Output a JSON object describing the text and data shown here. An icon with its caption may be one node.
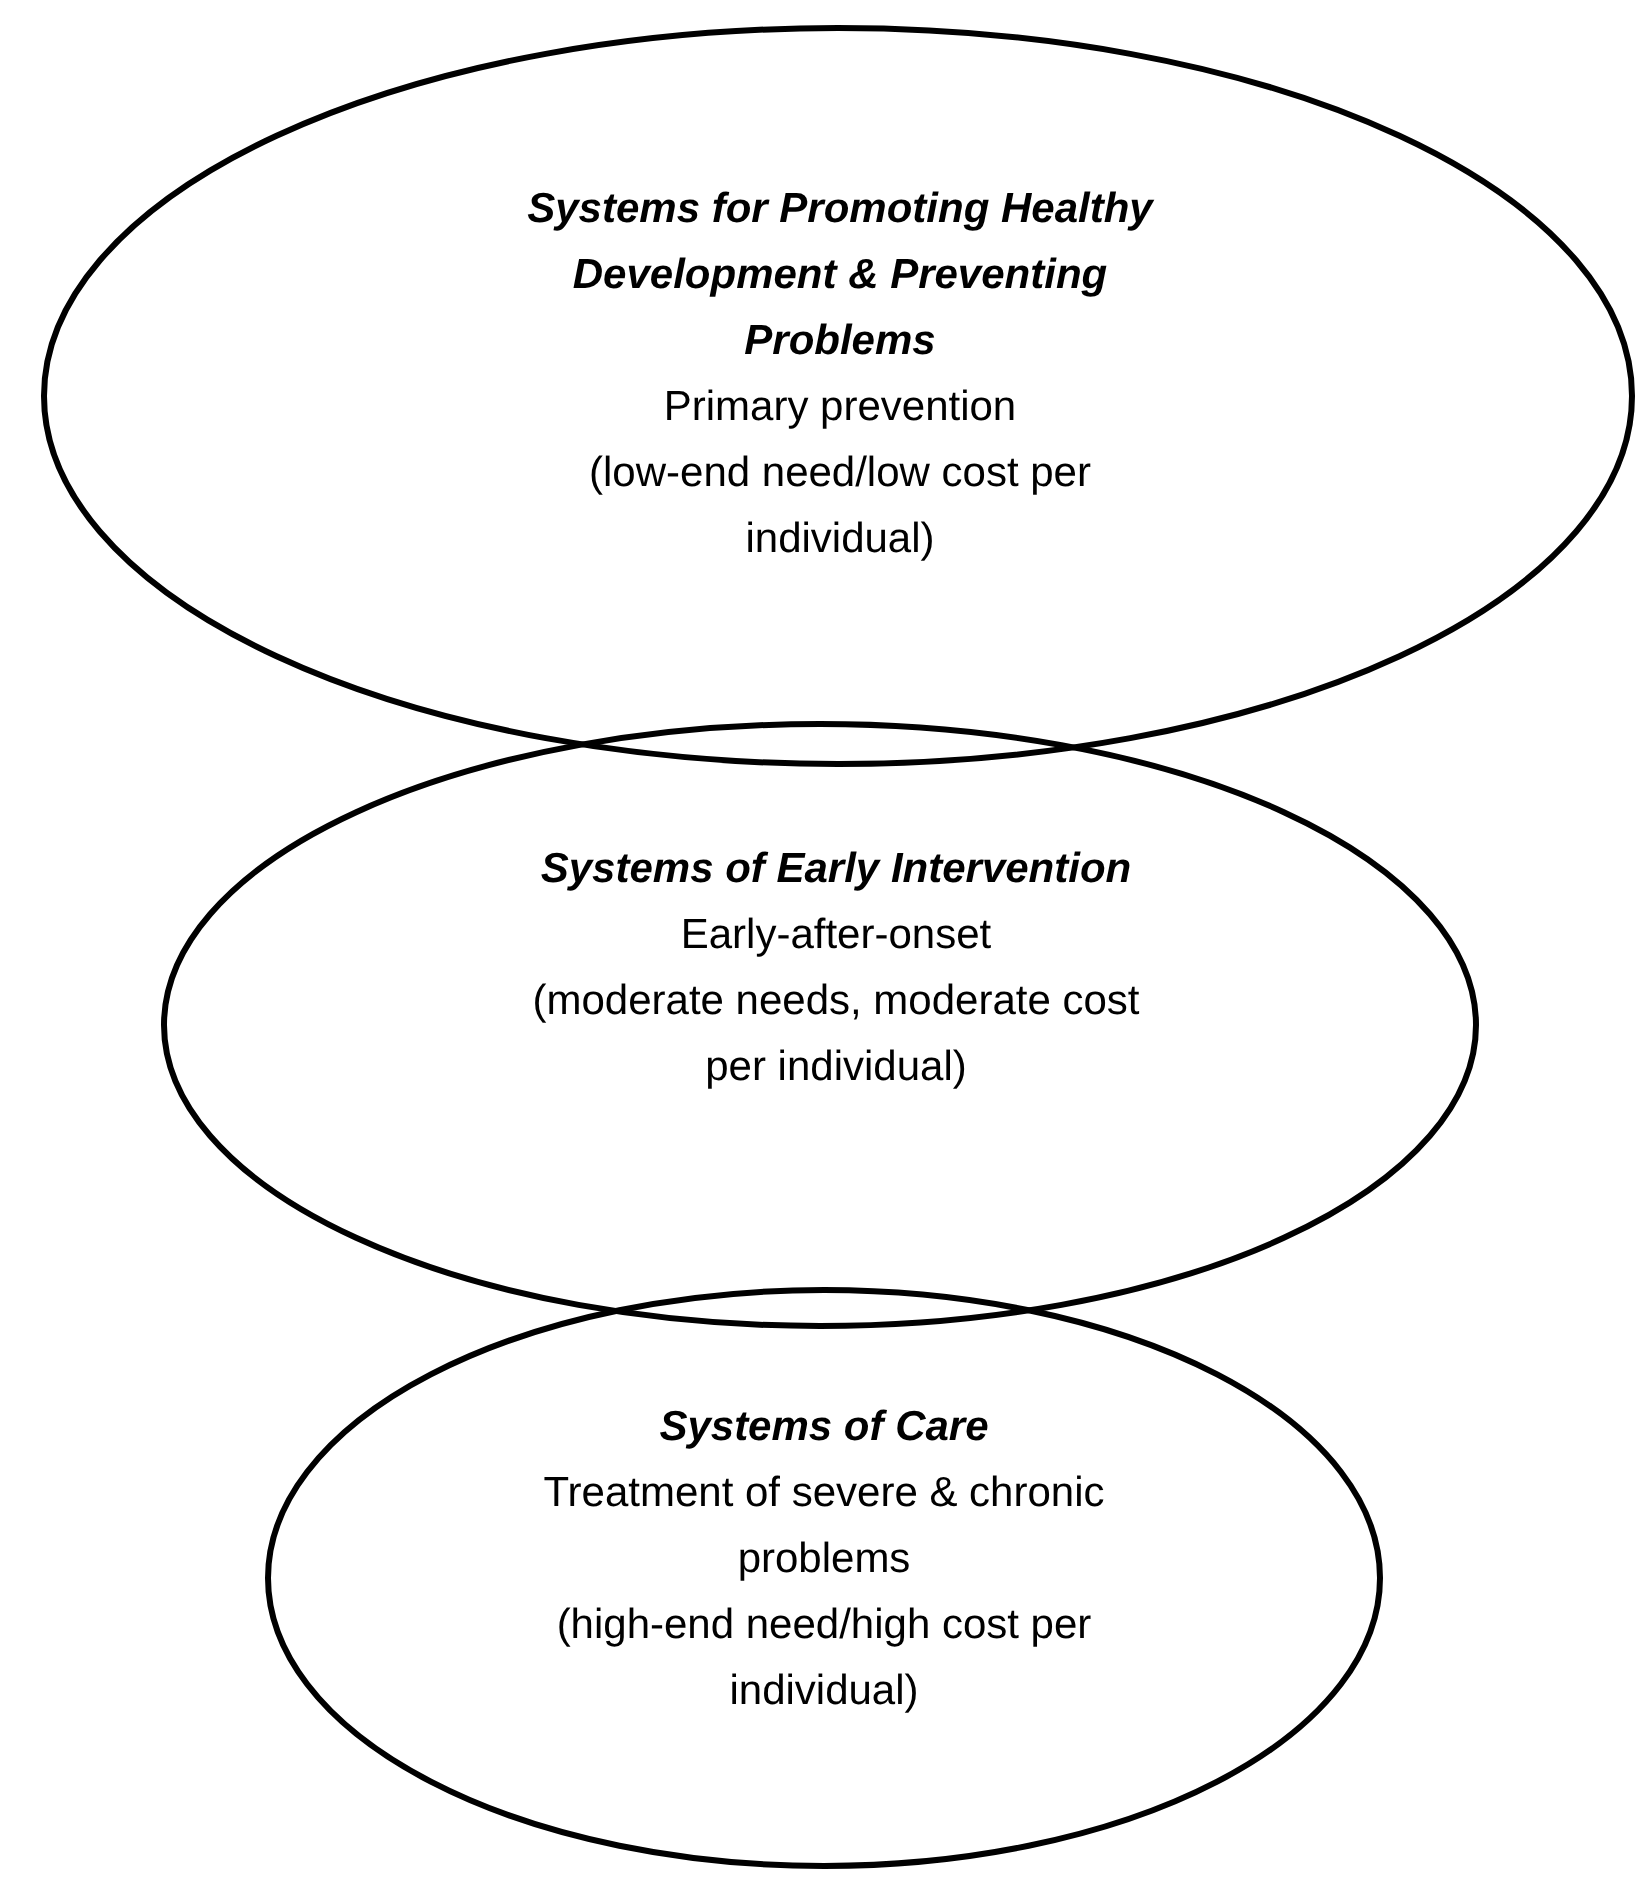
{
  "diagram": {
    "nodes": [
      {
        "text": [
          "Systems for Promoting Healthy Development & Preventing Problems",
          "Primary prevention",
          "(low-end need/low cost per individual)"
        ]
      },
      {
        "text": [
          "Systems of Early Intervention",
          "Early-after-onset",
          "(moderate needs, moderate cost per individual)"
        ]
      },
      {
        "text": [
          "Systems of Care",
          "Treatment of severe & chronic problems",
          "(high-end need/high cost per individual)"
        ]
      }
    ]
  }
}
